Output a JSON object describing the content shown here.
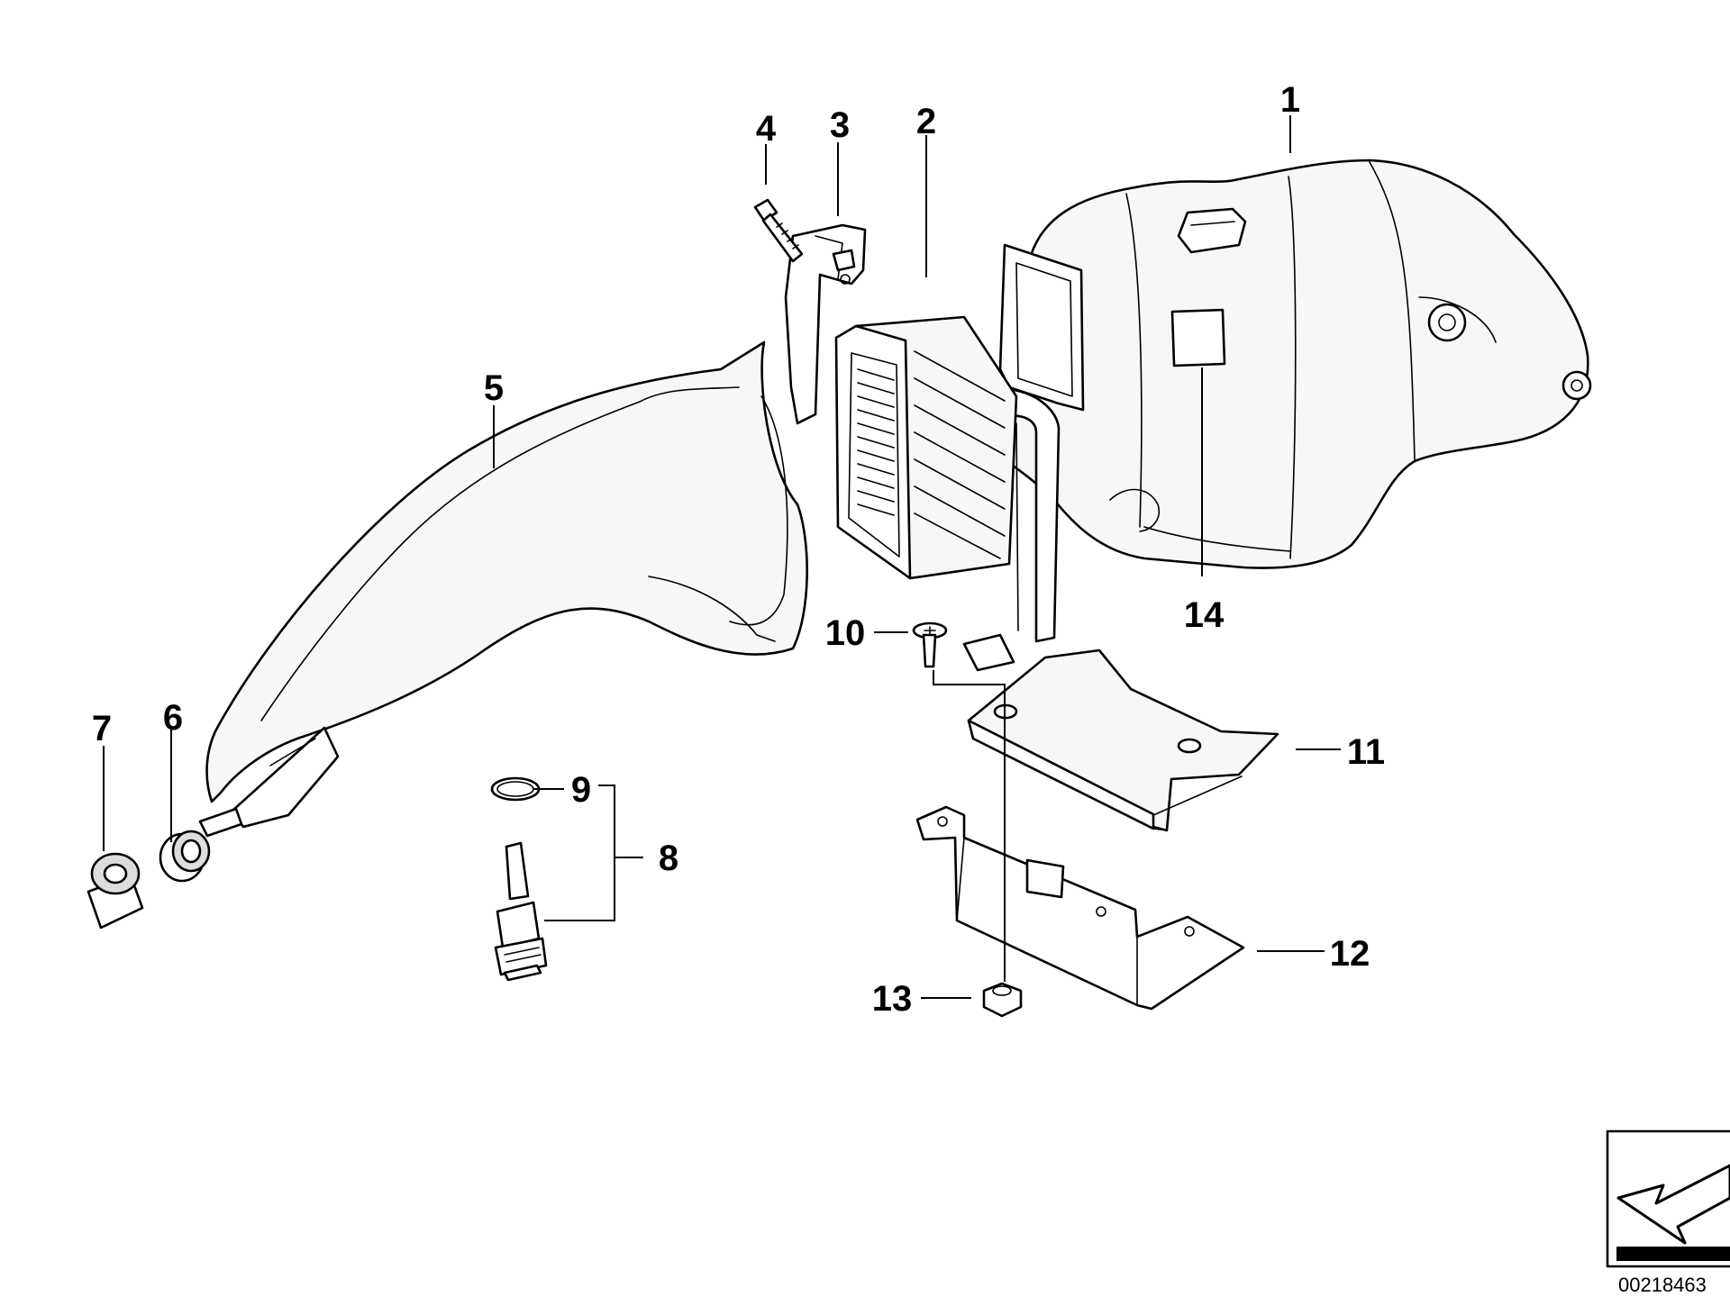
{
  "callouts": {
    "c1": "1",
    "c2": "2",
    "c3": "3",
    "c4": "4",
    "c5": "5",
    "c6": "6",
    "c7": "7",
    "c8": "8",
    "c9": "9",
    "c10": "10",
    "c11": "11",
    "c12": "12",
    "c13": "13",
    "c14": "14"
  },
  "diagram_number": "00218463",
  "colors": {
    "line": "#000000",
    "part_fill": "#f7f7f7",
    "background": "#ffffff"
  },
  "icons": {
    "view_direction": "arrow-icon"
  }
}
